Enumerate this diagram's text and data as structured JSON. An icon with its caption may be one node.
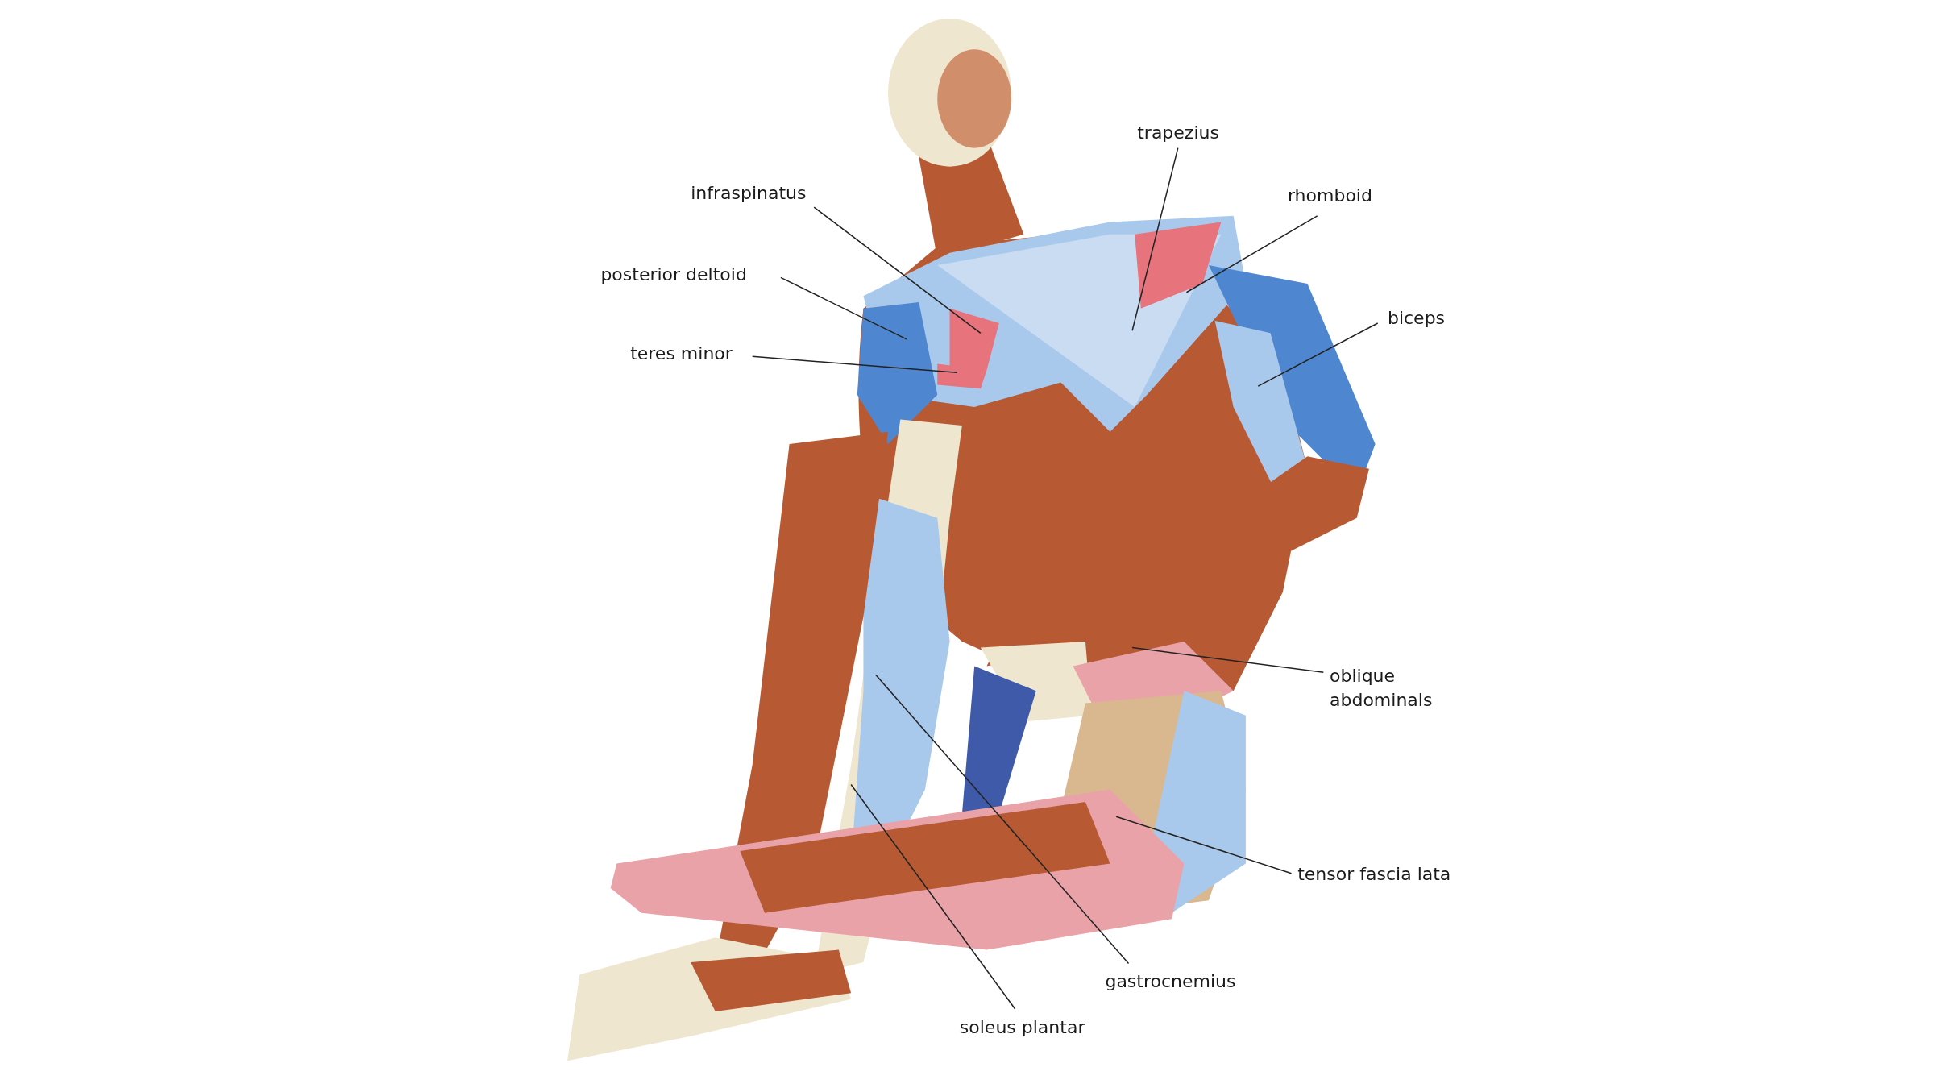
{
  "diagram": {
    "nodes": [
      {
        "text": [
          "trapezius"
        ]
      },
      {
        "text": [
          "infraspinatus"
        ]
      },
      {
        "text": [
          "rhomboid"
        ]
      },
      {
        "text": [
          "posterior deltoid"
        ]
      },
      {
        "text": [
          "biceps"
        ]
      },
      {
        "text": [
          "teres minor"
        ]
      },
      {
        "text": [
          "oblique abdominals"
        ]
      },
      {
        "text": [
          "tensor fascia lata"
        ]
      },
      {
        "text": [
          "gastrocnemius"
        ]
      },
      {
        "text": [
          "soleus plantar"
        ]
      }
    ],
    "edges": [
      {
        "from": 0,
        "to": null,
        "arrow": "none"
      },
      {
        "from": 1,
        "to": null,
        "arrow": "none"
      },
      {
        "from": 2,
        "to": null,
        "arrow": "none"
      },
      {
        "from": 3,
        "to": null,
        "arrow": "none"
      },
      {
        "from": 4,
        "to": null,
        "arrow": "none"
      },
      {
        "from": 5,
        "to": null,
        "arrow": "none"
      },
      {
        "from": 6,
        "to": null,
        "arrow": "none"
      },
      {
        "from": 7,
        "to": null,
        "arrow": "none"
      },
      {
        "from": 8,
        "to": null,
        "arrow": "none"
      },
      {
        "from": 9,
        "to": null,
        "arrow": "none"
      }
    ]
  }
}
